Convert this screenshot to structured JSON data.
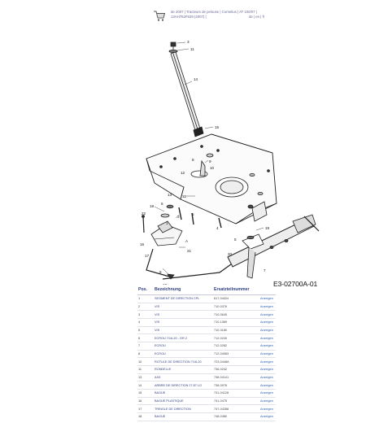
{
  "header": {
    "breadcrumb": "de 2007 | Tracteurs de pelouse | Cornelius | AT 100/07 | 13AH762F639 (2007) |",
    "languages": "de | en | fr"
  },
  "diagram": {
    "code": "E3-02700A-01",
    "callouts": [
      "3",
      "11",
      "14",
      "15",
      "8",
      "9",
      "10",
      "12",
      "13",
      "11",
      "2",
      "5",
      "18",
      "4",
      "19",
      "5",
      "22",
      "6",
      "1",
      "16",
      "A",
      "17",
      "21",
      "7",
      "20",
      "6",
      "10"
    ]
  },
  "table": {
    "headers": [
      "Pos.",
      "Bezeichnung",
      "Ersatzteilnummer",
      ""
    ],
    "rows": [
      {
        "pos": "1",
        "desc": "SEGMENT DE DIRECTION CPL",
        "num": "617-04424",
        "action": "Anzeigen"
      },
      {
        "pos": "2",
        "desc": "VIS",
        "num": "710-0376",
        "action": "Anzeigen"
      },
      {
        "pos": "3",
        "desc": "VIS",
        "num": "710-0645",
        "action": "Anzeigen"
      },
      {
        "pos": "4",
        "desc": "VIS",
        "num": "710-1389",
        "action": "Anzeigen"
      },
      {
        "pos": "5",
        "desc": "VIS",
        "num": "710-3180",
        "action": "Anzeigen"
      },
      {
        "pos": "6",
        "desc": "ECROU 7/16-20 - GR 2",
        "num": "712-0240",
        "action": "Anzeigen"
      },
      {
        "pos": "7",
        "desc": "ECROU",
        "num": "712-0282",
        "action": "Anzeigen"
      },
      {
        "pos": "8",
        "desc": "ECROU",
        "num": "712-04063",
        "action": "Anzeigen"
      },
      {
        "pos": "10",
        "desc": "ROTULE DE DIRECTION 7/16-20",
        "num": "723-0448A",
        "action": "Anzeigen"
      },
      {
        "pos": "11",
        "desc": "RONDELLE",
        "num": "736-0242",
        "action": "Anzeigen"
      },
      {
        "pos": "13",
        "desc": "AXE",
        "num": "738-04141",
        "action": "Anzeigen"
      },
      {
        "pos": "14",
        "desc": "ARBRE DE DIRECTION 27.87 LG",
        "num": "738-0978",
        "action": "Anzeigen"
      },
      {
        "pos": "15",
        "desc": "BAGUE",
        "num": "741-04128",
        "action": "Anzeigen"
      },
      {
        "pos": "16",
        "desc": "BAGUE PLASTIQUE",
        "num": "741-0475",
        "action": "Anzeigen"
      },
      {
        "pos": "17",
        "desc": "TRINGLE DE DIRECTION",
        "num": "747-04288",
        "action": "Anzeigen"
      },
      {
        "pos": "18",
        "desc": "BAGUE",
        "num": "748-0380",
        "action": "Anzeigen"
      }
    ]
  }
}
